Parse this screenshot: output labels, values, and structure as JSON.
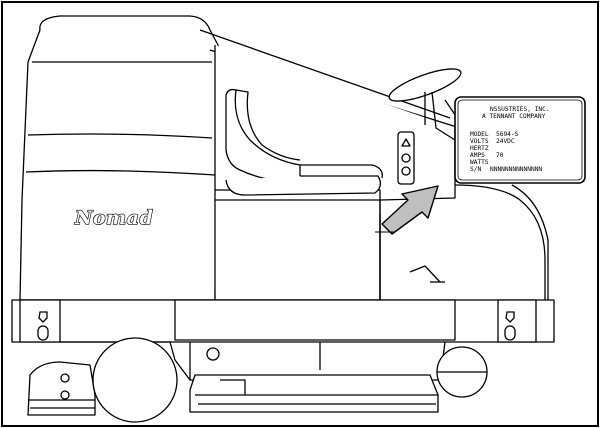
{
  "machine": {
    "brand": "Nomad"
  },
  "label_plate": {
    "header_lines": [
      "NSSUSTRIES, INC.",
      "A TENNANT COMPANY"
    ],
    "rows": [
      {
        "key": "MODEL",
        "value": "5694-S"
      },
      {
        "key": "VOLTS",
        "value": "24VDC"
      },
      {
        "key": "HERTZ",
        "value": ""
      },
      {
        "key": "AMPS",
        "value": "70"
      },
      {
        "key": "WATTS",
        "value": ""
      },
      {
        "key": "S/N",
        "value": "NNNNNNNNNNNNNN"
      }
    ]
  },
  "colors": {
    "line": "#000000",
    "fill": "#ffffff",
    "shade": "#e6e6e6"
  }
}
